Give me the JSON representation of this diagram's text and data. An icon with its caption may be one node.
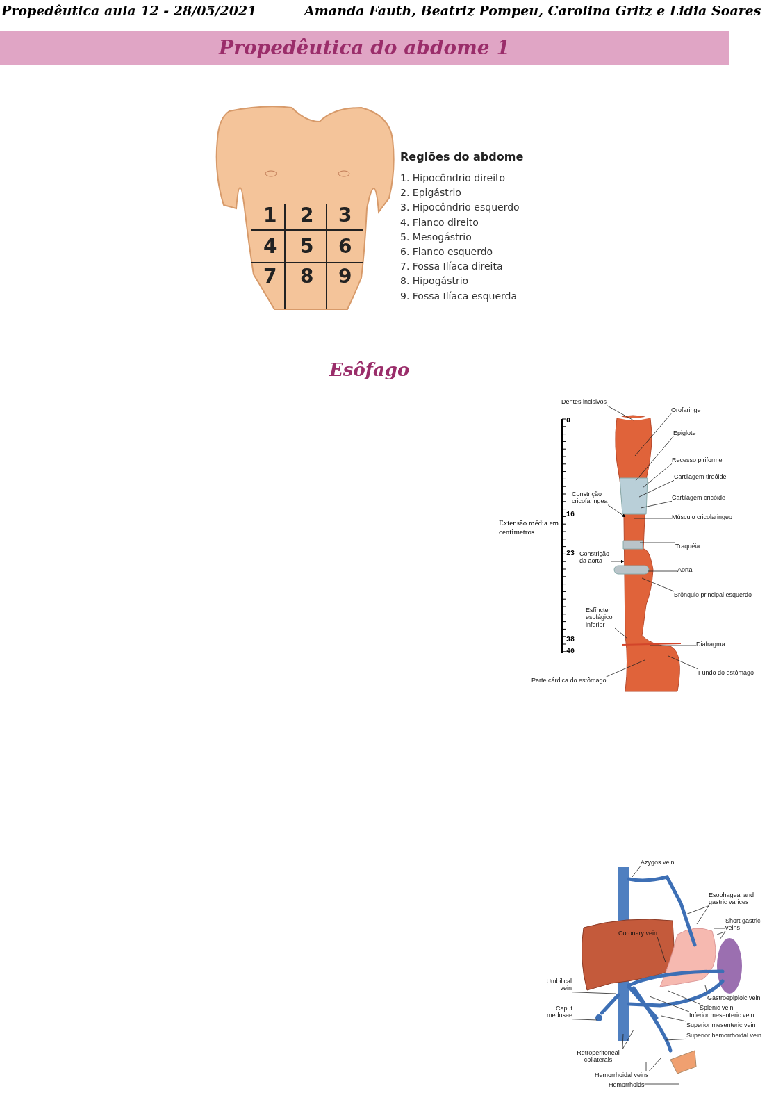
{
  "diagram": {
    "title": "Propedêutica do abdome 1",
    "nodes": [
      {
        "text": [
          "Dentes incisivos"
        ]
      },
      {
        "text": [
          "Orofaringe"
        ]
      },
      {
        "text": [
          "Epiglote"
        ]
      },
      {
        "text": [
          "Recesso piriforme"
        ]
      },
      {
        "text": [
          "Cartilagem tireóide"
        ]
      },
      {
        "text": [
          "Cartilagem cricóide"
        ]
      },
      {
        "text": [
          "Constrição cricofaringea"
        ]
      },
      {
        "text": [
          "Músculo cricolaringeo"
        ]
      },
      {
        "text": [
          "Traquéia"
        ]
      },
      {
        "text": [
          "Constrição da aorta"
        ]
      },
      {
        "text": [
          "Aorta"
        ]
      },
      {
        "text": [
          "Brônquio principal esquerdo"
        ]
      },
      {
        "text": [
          "Esfíncter esofágico inferior"
        ]
      },
      {
        "text": [
          "Diafragma"
        ]
      },
      {
        "text": [
          "Parte cárdica do estômago"
        ]
      },
      {
        "text": [
          "Fundo do estômago"
        ]
      },
      {
        "text": [
          "Azygos vein"
        ]
      },
      {
        "text": [
          "Esophageal and gastric varices"
        ]
      },
      {
        "text": [
          "Short gastric veins"
        ]
      },
      {
        "text": [
          "Coronary vein"
        ]
      },
      {
        "text": [
          "Umbilical vein"
        ]
      },
      {
        "text": [
          "Caput medusae"
        ]
      },
      {
        "text": [
          "Gastroepiploic vein"
        ]
      },
      {
        "text": [
          "Splenic vein"
        ]
      },
      {
        "text": [
          "Inferior mesenteric vein"
        ]
      },
      {
        "text": [
          "Superior mesenteric vein"
        ]
      },
      {
        "text": [
          "Superior hemorrhoidal vein"
        ]
      },
      {
        "text": [
          "Retroperitoneal collaterals"
        ]
      },
      {
        "text": [
          "Hemorrhoidal veins"
        ]
      },
      {
        "text": [
          "Hemorrhoids"
        ]
      },
      {
        "text": [],
        "shape": "picture"
      }
    ],
    "edges": [
      {
        "from": 0,
        "to": 30,
        "arrow": "none"
      },
      {
        "from": 1,
        "to": 30,
        "arrow": "none"
      },
      {
        "from": 2,
        "to": 30,
        "arrow": "none"
      },
      {
        "from": 3,
        "to": 30,
        "arrow": "none"
      },
      {
        "from": 4,
        "to": 30,
        "arrow": "none"
      },
      {
        "from": 5,
        "to": 30,
        "arrow": "none"
      },
      {
        "from": 6,
        "to": 30,
        "arrow": "to"
      },
      {
        "from": 7,
        "to": 30,
        "arrow": "none"
      },
      {
        "from": 8,
        "to": 30,
        "arrow": "none"
      },
      {
        "from": 9,
        "to": 30,
        "arrow": "to"
      },
      {
        "from": 10,
        "to": 30,
        "arrow": "none"
      },
      {
        "from": 11,
        "to": 30,
        "arrow": "none"
      },
      {
        "from": 12,
        "to": 30,
        "arrow": "none"
      },
      {
        "from": 13,
        "to": 30,
        "arrow": "none"
      },
      {
        "from": 14,
        "to": 30,
        "arrow": "none"
      },
      {
        "from": 15,
        "to": 30,
        "arrow": "none"
      },
      {
        "from": 16,
        "to": null,
        "arrow": "none"
      },
      {
        "from": 17,
        "to": null,
        "arrow": "none"
      },
      {
        "from": 17,
        "to": null,
        "arrow": "none"
      },
      {
        "from": 18,
        "to": null,
        "arrow": "none"
      },
      {
        "from": 18,
        "to": null,
        "arrow": "none"
      },
      {
        "from": 18,
        "to": null,
        "arrow": "none"
      },
      {
        "from": 19,
        "to": null,
        "arrow": "none"
      },
      {
        "from": 20,
        "to": null,
        "arrow": "none"
      },
      {
        "from": 21,
        "to": null,
        "arrow": "none"
      },
      {
        "from": 22,
        "to": null,
        "arrow": "none"
      },
      {
        "from": 23,
        "to": null,
        "arrow": "none"
      },
      {
        "from": 24,
        "to": null,
        "arrow": "none"
      },
      {
        "from": 25,
        "to": null,
        "arrow": "none"
      },
      {
        "from": 26,
        "to": null,
        "arrow": "none"
      },
      {
        "from": 27,
        "to": null,
        "arrow": "none"
      },
      {
        "from": 27,
        "to": null,
        "arrow": "none"
      },
      {
        "from": 28,
        "to": null,
        "arrow": "none"
      },
      {
        "from": 28,
        "to": null,
        "arrow": "none"
      },
      {
        "from": 29,
        "to": null,
        "arrow": "none"
      }
    ],
    "labels": [
      "Propedêutica aula 12 - 28/05/2021",
      "Amanda Fauth, Beatriz Pompeu, Carolina Gritz e Lidia Soares",
      "1",
      "2",
      "3",
      "4",
      "5",
      "6",
      "7",
      "8",
      "9",
      "Regiões do abdome",
      "1. Hipocôndrio direito",
      "2. Epigástrio",
      "3. Hipocôndrio esquerdo",
      "4. Flanco direito",
      "5. Mesogástrio",
      "6. Flanco esquerdo",
      "7. Fossa Ilíaca direita",
      "8. Hipogástrio",
      "9. Fossa Ilíaca esquerda",
      "Esôfago",
      "0",
      "16",
      "23",
      "38",
      "40",
      "Extensão média em centimetros"
    ]
  }
}
